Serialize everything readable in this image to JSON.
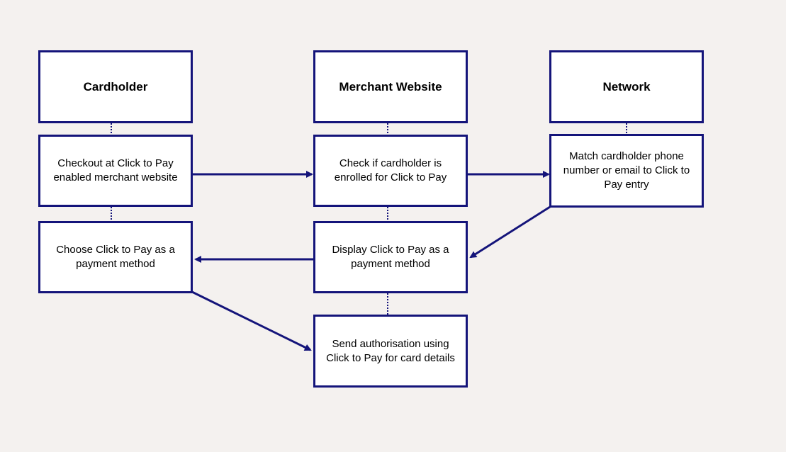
{
  "colors": {
    "background": "#f4f1ef",
    "stroke": "#14147a",
    "box_fill": "#ffffff"
  },
  "lanes": {
    "cardholder": "Cardholder",
    "merchant": "Merchant Website",
    "network": "Network"
  },
  "steps": {
    "checkout": "Checkout at Click to Pay enabled merchant website",
    "check_enrolled": "Check if cardholder is enrolled for Click to Pay",
    "match": "Match cardholder phone number or email to Click to Pay entry",
    "choose": "Choose Click to Pay as a payment method",
    "display": "Display Click to Pay as a payment method",
    "send": "Send authorisation using Click to Pay for card details"
  }
}
